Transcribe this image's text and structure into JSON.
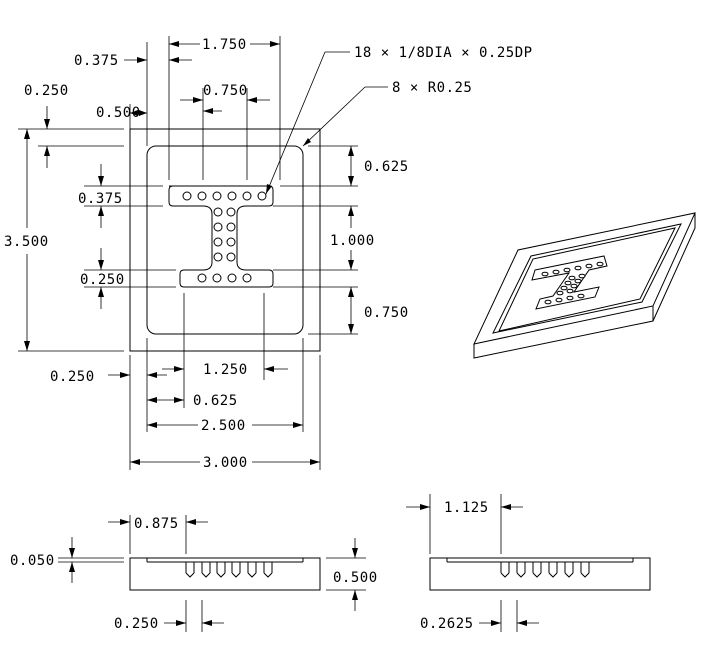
{
  "dimensions": {
    "d0375_top": "0.375",
    "d1750": "1.750",
    "d0750_top": "0.750",
    "d0250_left": "0.250",
    "d0500_left": "0.500",
    "d0375_mid": "0.375",
    "d3500": "3.500",
    "d0250_mid": "0.250",
    "d0625_right": "0.625",
    "d1000_right": "1.000",
    "d0750_right": "0.750",
    "d0250_bottom": "0.250",
    "d1250": "1.250",
    "d0625_bottom": "0.625",
    "d2500": "2.500",
    "d3000": "3.000",
    "d0875": "0.875",
    "d0050": "0.050",
    "d0500_side": "0.500",
    "d0250_side": "0.250",
    "d1125": "1.125",
    "d02625": "0.2625"
  },
  "callouts": {
    "holes": "18 × 1/8DIA × 0.25DP",
    "radius": "8 × R0.25"
  }
}
